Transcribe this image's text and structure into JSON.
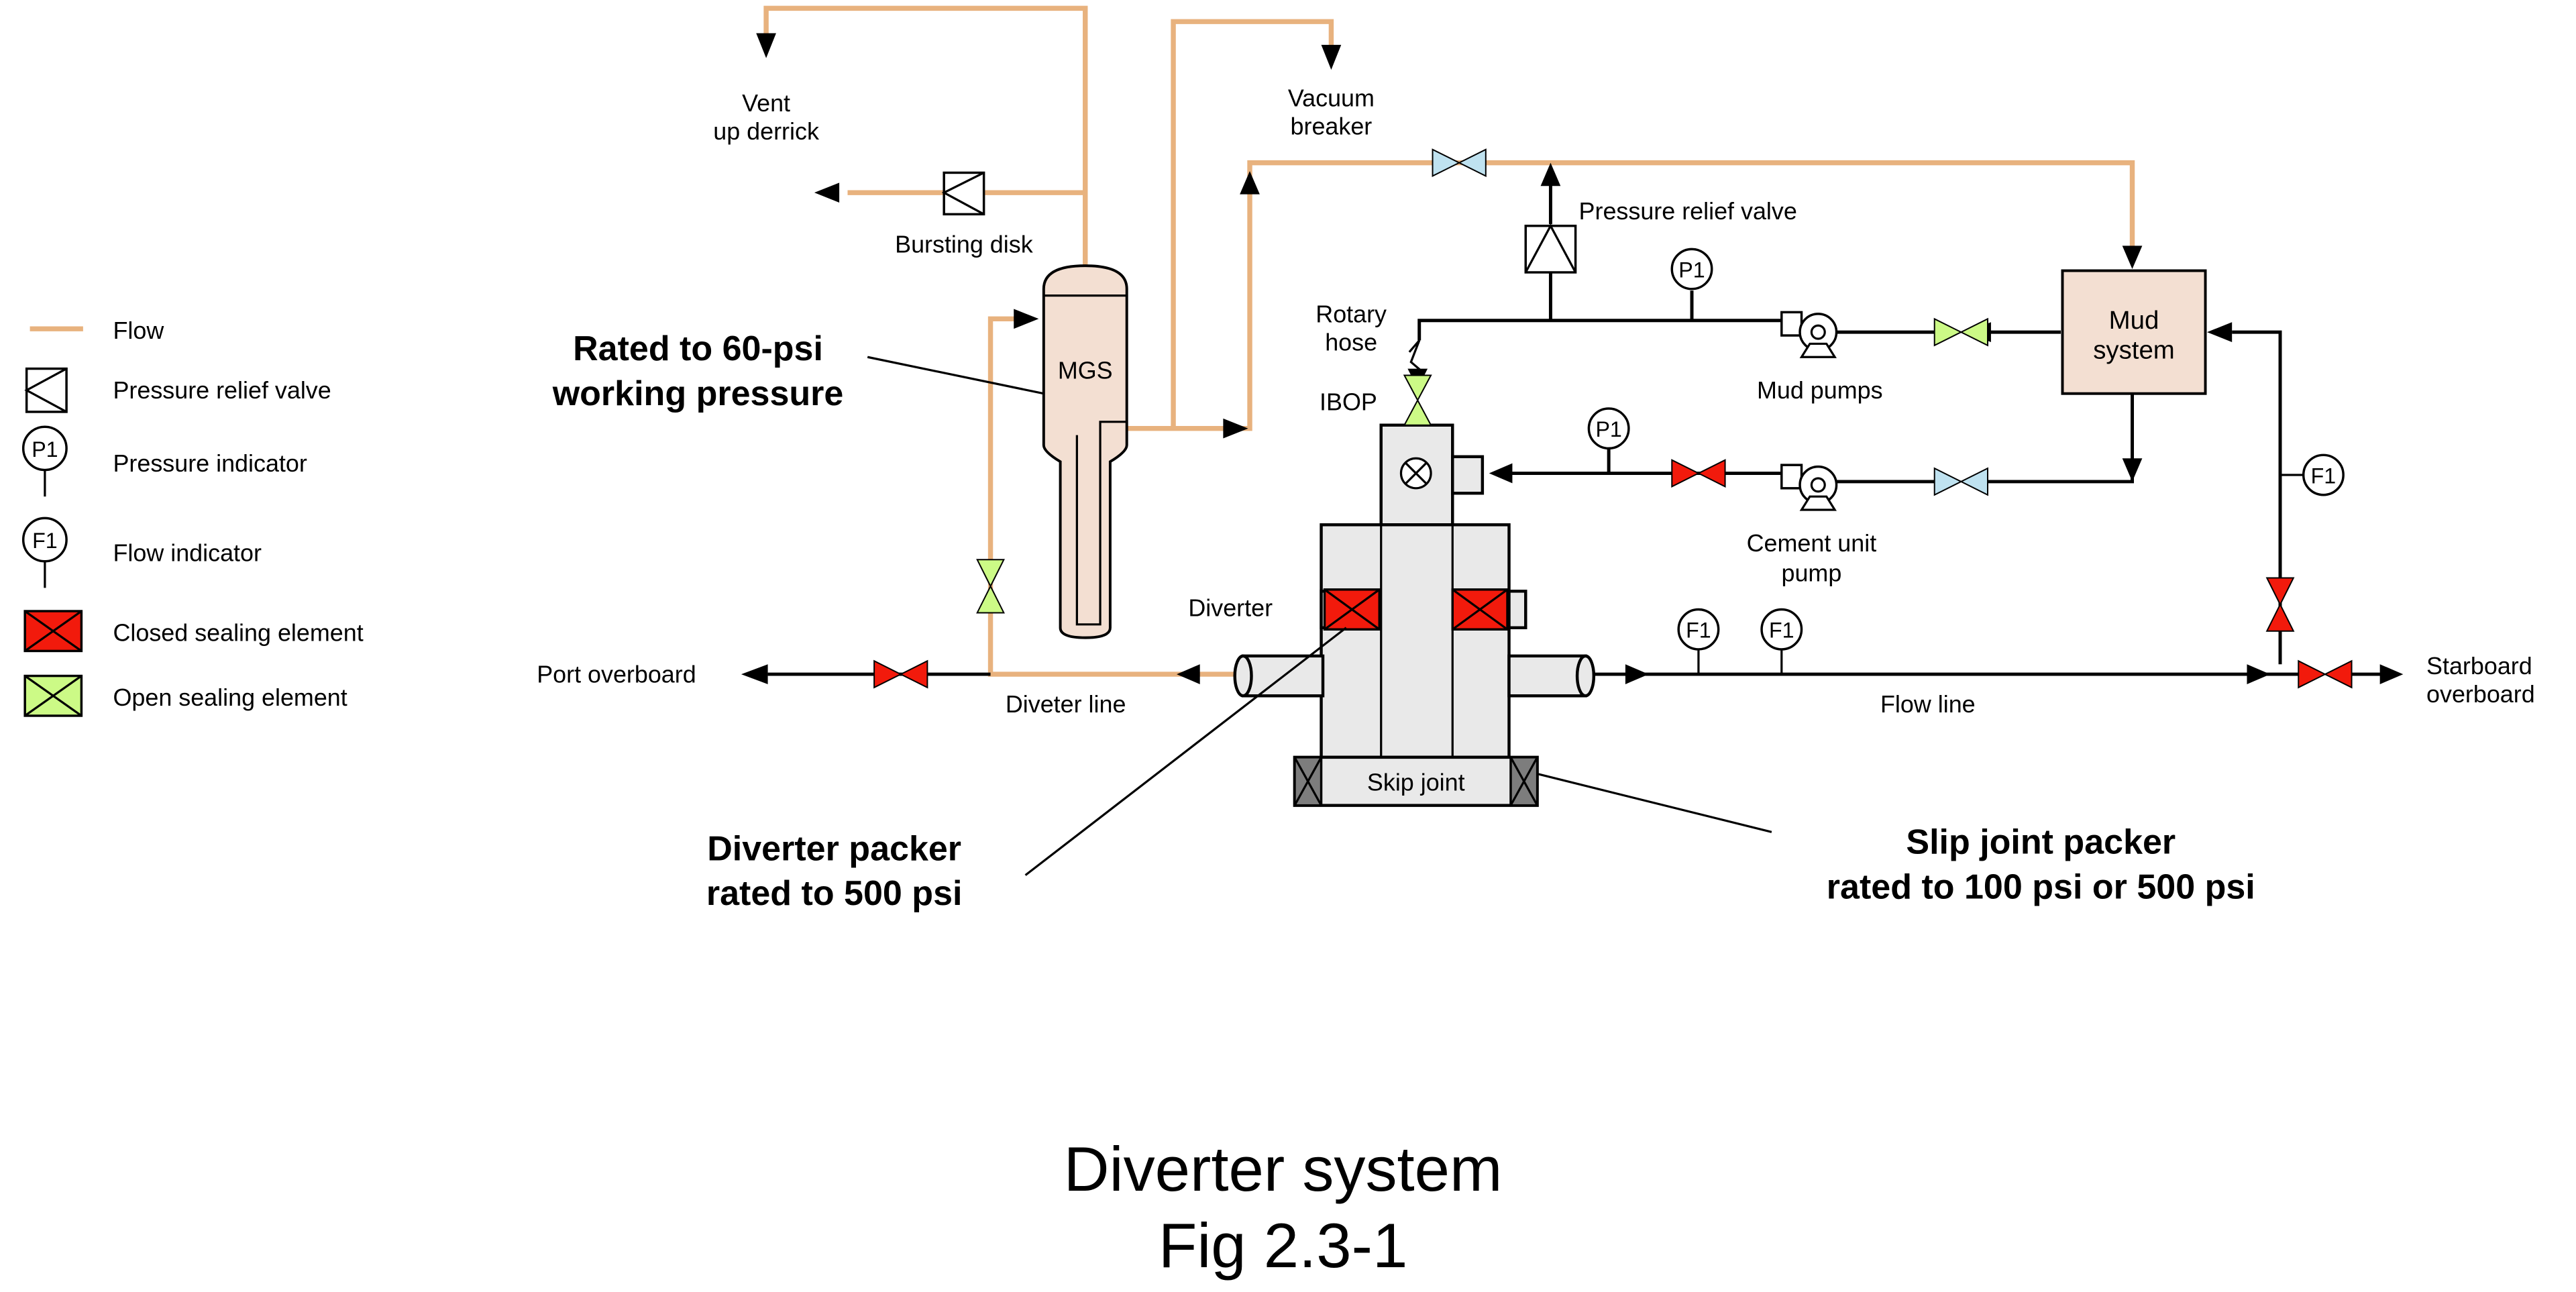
{
  "colors": {
    "flow": "#e8b27e",
    "closed": "#f21a0c",
    "open": "#ccfa86",
    "neutral_valve": "#bfe2f0",
    "vessel": "#f3dfd2",
    "equipment": "#e9e9e9",
    "slip_joint_packer": "#7d7d7d"
  },
  "legend": [
    {
      "icon": "flow-line-icon",
      "label": "Flow"
    },
    {
      "icon": "pressure-relief-valve-icon",
      "label": "Pressure relief valve"
    },
    {
      "icon": "pressure-indicator-icon",
      "label": "Pressure indicator",
      "tag": "P1"
    },
    {
      "icon": "flow-indicator-icon",
      "label": "Flow indicator",
      "tag": "F1"
    },
    {
      "icon": "closed-sealing-element-icon",
      "label": "Closed sealing element"
    },
    {
      "icon": "open-sealing-element-icon",
      "label": "Open sealing element"
    }
  ],
  "labels": {
    "vent": [
      "Vent",
      "up derrick"
    ],
    "vacuum": [
      "Vacuum",
      "breaker"
    ],
    "bursting_disk": "Bursting disk",
    "prv": "Pressure relief valve",
    "mgs": "MGS",
    "rotary_hose": [
      "Rotary",
      "hose"
    ],
    "ibop": "IBOP",
    "mud_pumps": "Mud pumps",
    "mud_system": [
      "Mud",
      "system"
    ],
    "cement_pump": [
      "Cement unit",
      "pump"
    ],
    "diverter": "Diverter",
    "port_overboard": "Port overboard",
    "diverter_line": "Diveter line",
    "flow_line": "Flow line",
    "starboard": [
      "Starboard",
      "overboard"
    ],
    "skip_joint": "Skip joint",
    "p1": "P1",
    "f1": "F1"
  },
  "annotations": {
    "mgs_rating": [
      "Rated to 60-psi",
      "working pressure"
    ],
    "diverter_packer": [
      "Diverter packer",
      "rated to 500 psi"
    ],
    "slip_joint_packer": [
      "Slip joint packer",
      "rated to 100 psi or 500 psi"
    ]
  },
  "caption": {
    "title": "Diverter system",
    "figure": "Fig 2.3-1"
  }
}
